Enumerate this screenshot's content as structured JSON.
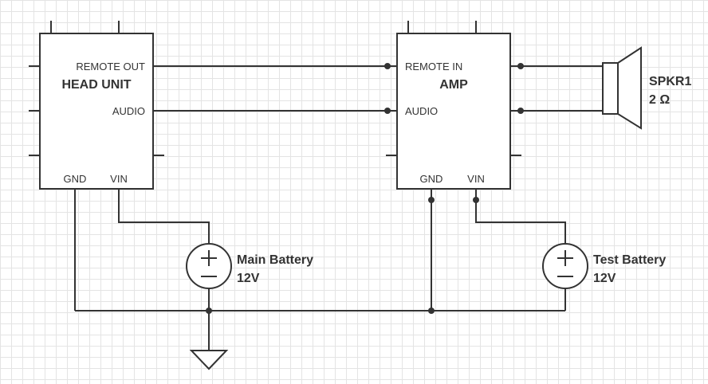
{
  "head_unit": {
    "title": "HEAD UNIT",
    "pins": {
      "remote_out": "REMOTE OUT",
      "audio": "AUDIO",
      "gnd": "GND",
      "vin": "VIN"
    }
  },
  "amp": {
    "title": "AMP",
    "pins": {
      "remote_in": "REMOTE IN",
      "audio": "AUDIO",
      "gnd": "GND",
      "vin": "VIN"
    }
  },
  "speaker": {
    "name": "SPKR1",
    "impedance": "2 Ω"
  },
  "main_battery": {
    "name": "Main Battery",
    "voltage": "12V"
  },
  "test_battery": {
    "name": "Test Battery",
    "voltage": "12V"
  }
}
